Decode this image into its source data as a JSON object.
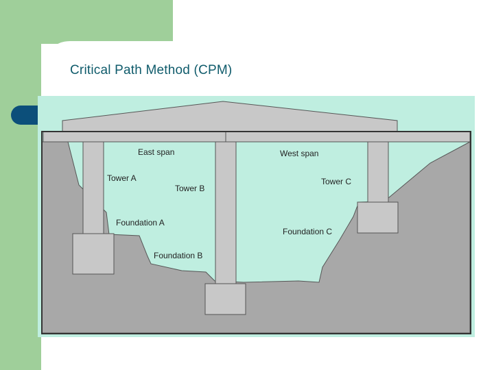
{
  "slide": {
    "title": "Critical Path Method (CPM)"
  },
  "diagram": {
    "labels": {
      "east_span": "East span",
      "west_span": "West span",
      "tower_a": "Tower A",
      "tower_b": "Tower B",
      "tower_c": "Tower C",
      "foundation_a": "Foundation A",
      "foundation_b": "Foundation B",
      "foundation_c": "Foundation C"
    },
    "colors": {
      "sky": "#bfeee0",
      "ground": "#a8a8a8",
      "structure": "#c8c8c8",
      "outline": "#555555",
      "frame": "#333333",
      "accent_green": "#9fcf9a",
      "accent_blue": "#0c4f7a",
      "title": "#0f5b6b"
    }
  }
}
